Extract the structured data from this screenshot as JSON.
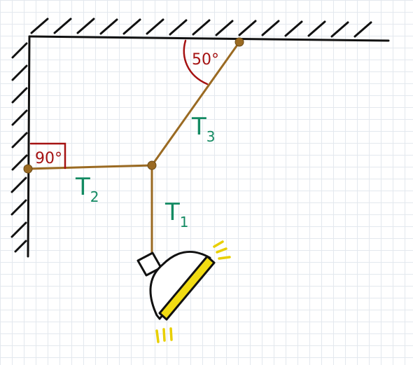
{
  "angles": {
    "ceiling": "50°",
    "wall": "90°"
  },
  "tensions": {
    "t1": {
      "letter": "T",
      "sub": "1"
    },
    "t2": {
      "letter": "T",
      "sub": "2"
    },
    "t3": {
      "letter": "T",
      "sub": "3"
    }
  },
  "colors": {
    "rope": "#9a6a22",
    "angle": "#a51212",
    "tension_label": "#138a62",
    "lamp_light": "#f2dc12",
    "grid": "#e3e8ee"
  },
  "icons": {
    "lamp": "spotlight-icon"
  }
}
